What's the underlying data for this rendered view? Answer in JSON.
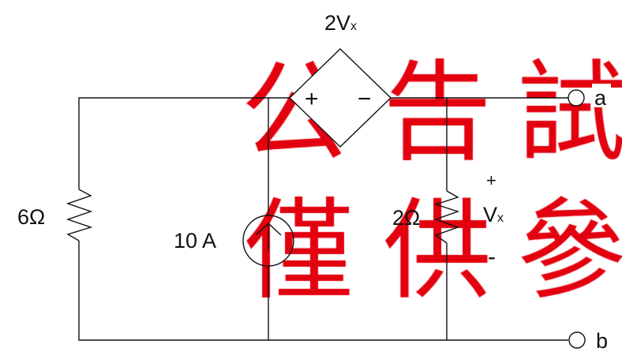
{
  "watermark": {
    "chars": [
      "公",
      "告",
      "試",
      "僅",
      "供",
      "參"
    ],
    "color": "#e3000f"
  },
  "components": {
    "dependent_source": {
      "label_main": "2V",
      "label_sub": "x",
      "plus": "+",
      "minus": "−"
    },
    "current_source": {
      "label": "10 A"
    },
    "left_resistor": {
      "label": "6Ω"
    },
    "right_resistor": {
      "label": "2Ω"
    },
    "vx": {
      "plus": "+",
      "label_main": "V",
      "label_sub": "x",
      "minus": "-"
    },
    "terminal_a": {
      "label": "a"
    },
    "terminal_b": {
      "label": "b"
    }
  }
}
